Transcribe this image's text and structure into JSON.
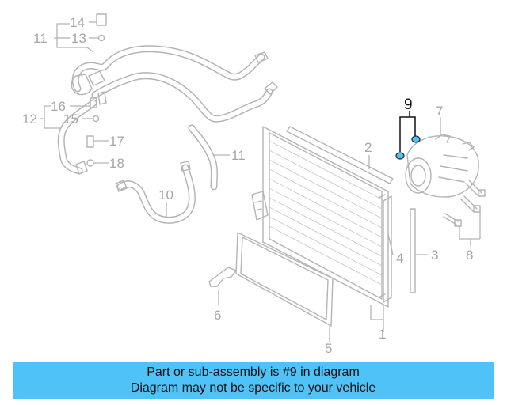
{
  "callouts": {
    "c1": "1",
    "c2": "2",
    "c3": "3",
    "c4": "4",
    "c5": "5",
    "c6": "6",
    "c7": "7",
    "c8": "8",
    "c9": "9",
    "c10": "10",
    "c11a": "11",
    "c11b": "11",
    "c12": "12",
    "c13": "13",
    "c14": "14",
    "c15": "15",
    "c16": "16",
    "c17": "17",
    "c18": "18"
  },
  "highlighted_callout": "9",
  "banner": {
    "line1": "Part or sub-assembly is #9 in diagram",
    "line2": "Diagram may not be specific to your vehicle",
    "color": "#4fc3f7"
  },
  "colors": {
    "line": "#b4b4b4",
    "label": "#a6a6a6",
    "highlight_part": "#4fc3f7",
    "highlight_label": "#111111"
  }
}
